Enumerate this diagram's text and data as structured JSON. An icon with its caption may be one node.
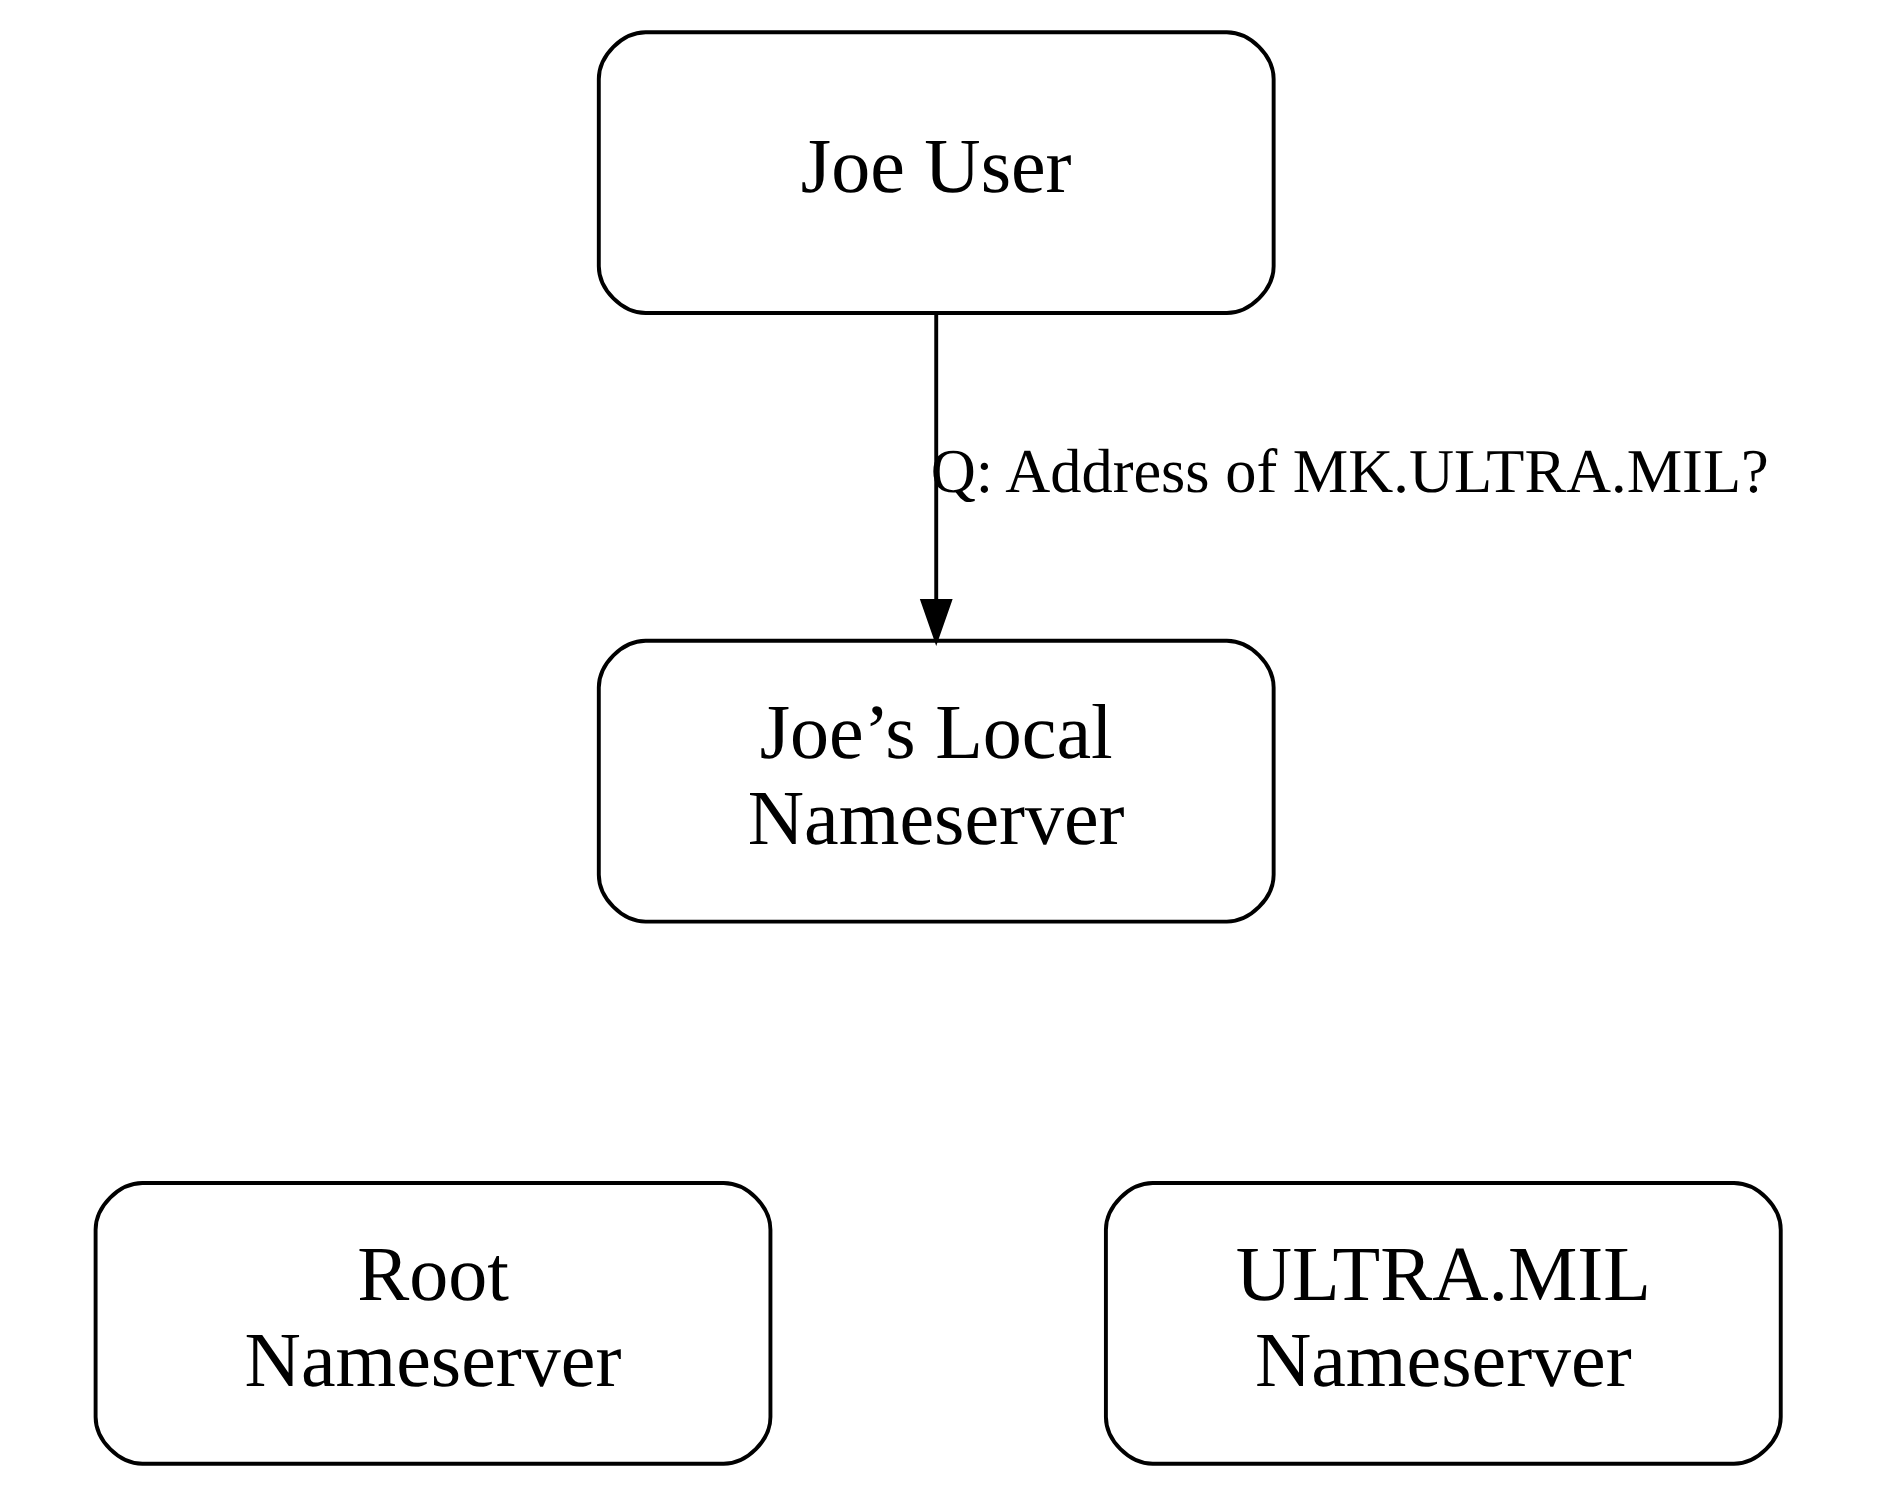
{
  "diagram": {
    "nodes": [
      {
        "text": [
          "Joe User"
        ]
      },
      {
        "text": [
          "Joe’s Local Nameserver"
        ]
      },
      {
        "text": [
          "Root Nameserver"
        ]
      },
      {
        "text": [
          "ULTRA.MIL Nameserver"
        ]
      }
    ],
    "edges": [
      {
        "from": 0,
        "to": 1,
        "arrow": "to",
        "label": "Q: Address of MK.ULTRA.MIL?"
      }
    ]
  }
}
